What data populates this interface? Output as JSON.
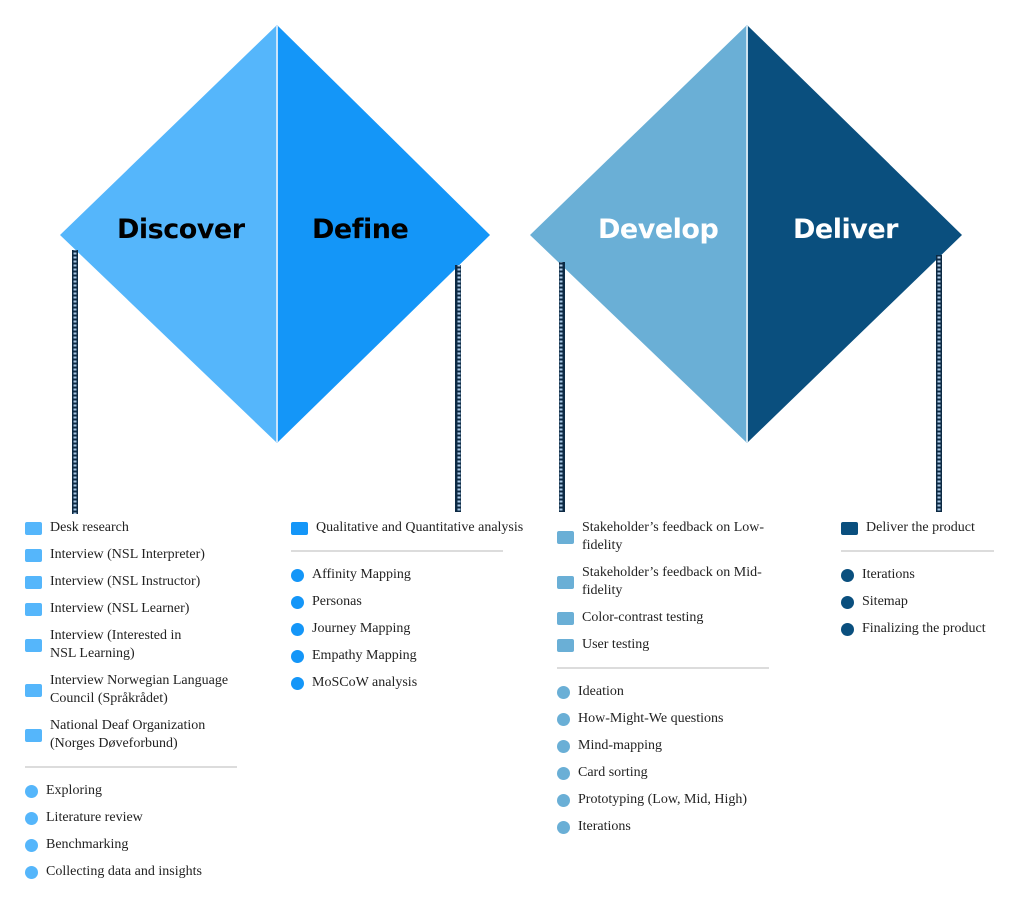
{
  "colors": {
    "discover": "#55b6fb",
    "define": "#1496f8",
    "develop": "#6aafd6",
    "deliver": "#0a4f7e"
  },
  "phases": [
    {
      "label": "Discover",
      "label_color": "#000000",
      "methods": [
        "Desk research",
        "Interview (NSL Interpreter)",
        "Interview (NSL Instructor)",
        "Interview (NSL Learner)",
        "Interview (Interested in NSL Learning)",
        "Interview  Norwegian Language Council (Språkrådet)",
        "National Deaf  Organization (Norges Døveforbund)"
      ],
      "activities": [
        "Exploring",
        "Literature review",
        "Benchmarking",
        "Collecting data and insights"
      ]
    },
    {
      "label": "Define",
      "label_color": "#000000",
      "methods": [
        "Qualitative and Quantitative analysis"
      ],
      "activities": [
        "Affinity Mapping",
        "Personas",
        "Journey Mapping",
        "Empathy Mapping",
        "MoSCoW analysis"
      ]
    },
    {
      "label": "Develop",
      "label_color": "#ffffff",
      "methods": [
        "Stakeholder’s feedback on Low-fidelity",
        "Stakeholder’s feedback on Mid-fidelity",
        "Color-contrast testing",
        "User testing"
      ],
      "activities": [
        "Ideation",
        "How-Might-We questions",
        "Mind-mapping",
        "Card sorting",
        "Prototyping (Low, Mid, High)",
        "Iterations"
      ]
    },
    {
      "label": "Deliver",
      "label_color": "#ffffff",
      "methods": [
        "Deliver the product"
      ],
      "activities": [
        "Iterations",
        "Sitemap",
        "Finalizing the product"
      ]
    }
  ]
}
